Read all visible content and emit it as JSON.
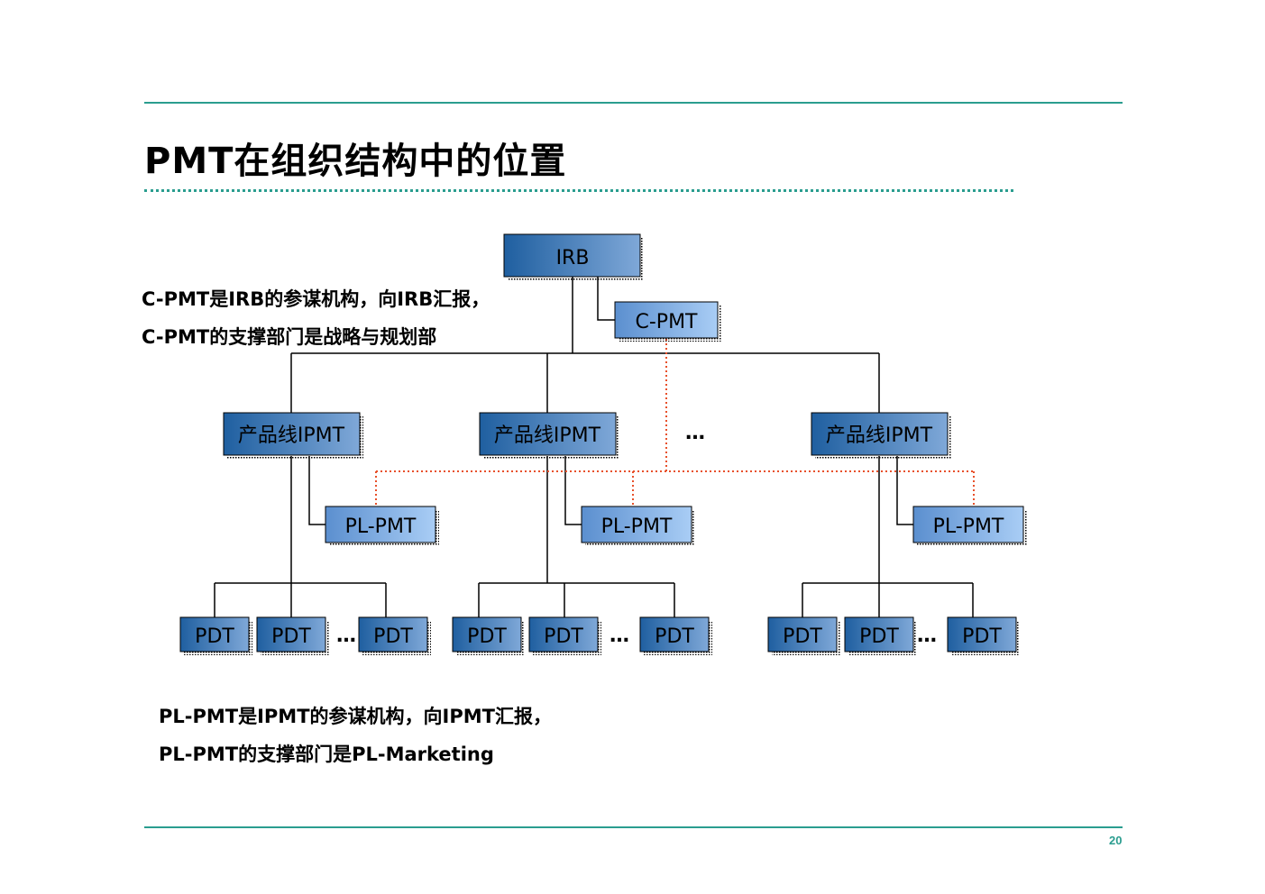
{
  "title": "PMT在组织结构中的位置",
  "page_number": "20",
  "notes": {
    "c_pmt_line1": "C-PMT是IRB的参谋机构，向IRB汇报，",
    "c_pmt_line2": "C-PMT的支撑部门是战略与规划部",
    "pl_pmt_line1": "PL-PMT是IPMT的参谋机构，向IPMT汇报，",
    "pl_pmt_line2": "PL-PMT的支撑部门是PL-Marketing"
  },
  "org_chart": {
    "root": "IRB",
    "staff": "C-PMT",
    "ellipsis": "…",
    "product_lines": [
      {
        "label": "产品线IPMT",
        "staff": "PL-PMT",
        "pdts": [
          "PDT",
          "PDT",
          "PDT"
        ]
      },
      {
        "label": "产品线IPMT",
        "staff": "PL-PMT",
        "pdts": [
          "PDT",
          "PDT",
          "PDT"
        ]
      },
      {
        "label": "产品线IPMT",
        "staff": "PL-PMT",
        "pdts": [
          "PDT",
          "PDT",
          "PDT"
        ]
      }
    ]
  },
  "colors": {
    "accent": "#2a9d8f",
    "dashed_link": "#e8502a",
    "dark_box_start": "#1f5fa0",
    "dark_box_end": "#7fa8d8",
    "light_box_start": "#5b8fcf",
    "light_box_end": "#a9cdf5"
  }
}
